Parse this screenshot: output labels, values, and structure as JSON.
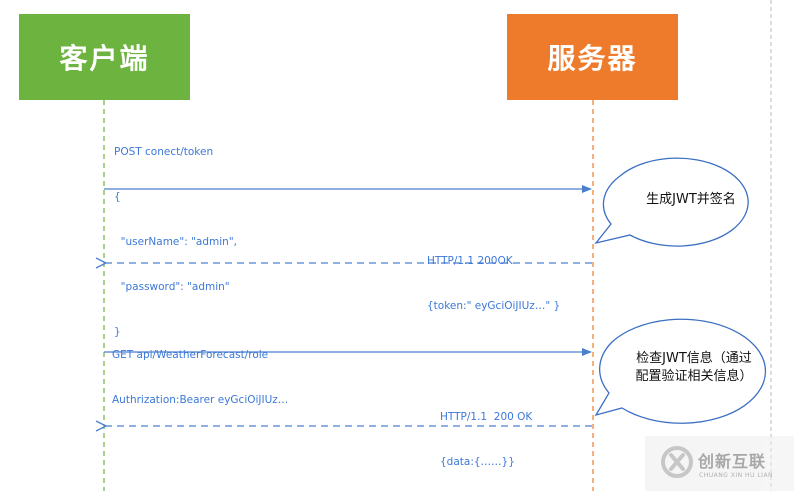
{
  "actors": {
    "client": "客户端",
    "server": "服务器"
  },
  "messages": {
    "request1": {
      "line1": "POST conect/token",
      "line2": "{",
      "line3": "  \"userName\": \"admin\",",
      "line4": "  \"password\": \"admin\"",
      "line5": "}"
    },
    "response1": {
      "line1": "HTTP/1.1 200OK",
      "line2": "{token:\" eyGciOiJIUz…\" }"
    },
    "request2": {
      "line1": "GET api/WeatherForecast/role",
      "line2": "Authrization:Bearer eyGciOiJIUz…"
    },
    "response2": {
      "line1": "HTTP/1.1  200 OK",
      "line2": "{data:{……}}"
    }
  },
  "bubbles": {
    "b1": "生成JWT并签名",
    "b2_line1": "检查JWT信息（通过",
    "b2_line2": "配置验证相关信息）"
  },
  "watermark": {
    "name": "创新互联",
    "sub": "CHUANG XIN HU LIAN"
  },
  "colors": {
    "client": "#6db33f",
    "server": "#ee7b2c",
    "arrow": "#4a7fd0",
    "bubble_border": "#3c6fc4"
  }
}
